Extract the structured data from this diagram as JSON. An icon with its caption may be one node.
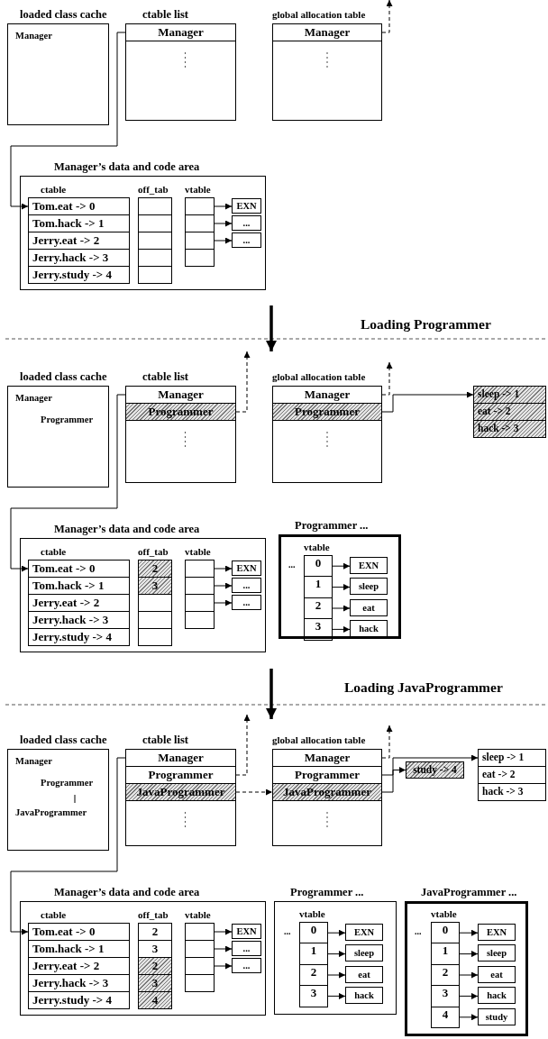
{
  "diagram": {
    "nodes": [
      {
        "text": [
          "loaded class cache",
          "Manager"
        ]
      },
      {
        "text": [
          "ctable list"
        ]
      },
      {
        "text": [
          "Manager"
        ],
        "in": 1
      },
      {
        "text": [
          "global allocation table"
        ]
      },
      {
        "text": [
          "Manager"
        ],
        "in": 3
      },
      {
        "text": [
          "Manager’s data and code area"
        ]
      },
      {
        "text": [
          "ctable"
        ],
        "in": 5
      },
      {
        "text": [
          "Tom.eat -> 0"
        ],
        "in": 6
      },
      {
        "text": [
          "Tom.hack -> 1"
        ],
        "in": 6
      },
      {
        "text": [
          "Jerry.eat -> 2"
        ],
        "in": 6
      },
      {
        "text": [
          "Jerry.hack -> 3"
        ],
        "in": 6
      },
      {
        "text": [
          "Jerry.study -> 4"
        ],
        "in": 6
      },
      {
        "text": [
          "off_tab"
        ],
        "in": 5
      },
      {
        "text": [],
        "shape": "box",
        "in": 12
      },
      {
        "text": [],
        "shape": "box",
        "in": 12
      },
      {
        "text": [],
        "shape": "box",
        "in": 12
      },
      {
        "text": [],
        "shape": "box",
        "in": 12
      },
      {
        "text": [],
        "shape": "box",
        "in": 12
      },
      {
        "text": [
          "vtable"
        ],
        "in": 5
      },
      {
        "text": [],
        "shape": "box",
        "in": 18
      },
      {
        "text": [],
        "shape": "box",
        "in": 18
      },
      {
        "text": [],
        "shape": "box",
        "in": 18
      },
      {
        "text": [],
        "shape": "box",
        "in": 18
      },
      {
        "text": [
          "EXN"
        ],
        "in": 5
      },
      {
        "text": [
          "..."
        ],
        "in": 5
      },
      {
        "text": [
          "..."
        ],
        "in": 5
      },
      {
        "text": [
          "loaded class cache",
          "Manager",
          "Programmer"
        ]
      },
      {
        "text": [
          "ctable list"
        ]
      },
      {
        "text": [
          "Manager"
        ],
        "in": 27
      },
      {
        "text": [
          "Programmer"
        ],
        "in": 27
      },
      {
        "text": [
          "global allocation table"
        ]
      },
      {
        "text": [
          "Manager"
        ],
        "in": 30
      },
      {
        "text": [
          "Programmer"
        ],
        "in": 30
      },
      {
        "text": [
          "Manager’s data and code area"
        ]
      },
      {
        "text": [
          "ctable"
        ],
        "in": 33
      },
      {
        "text": [
          "Tom.eat -> 0"
        ],
        "in": 34
      },
      {
        "text": [
          "Tom.hack -> 1"
        ],
        "in": 34
      },
      {
        "text": [
          "Jerry.eat -> 2"
        ],
        "in": 34
      },
      {
        "text": [
          "Jerry.hack -> 3"
        ],
        "in": 34
      },
      {
        "text": [
          "Jerry.study -> 4"
        ],
        "in": 34
      },
      {
        "text": [
          "off_tab"
        ],
        "in": 33
      },
      {
        "text": [
          "2"
        ],
        "in": 40
      },
      {
        "text": [
          "3"
        ],
        "in": 40
      },
      {
        "text": [],
        "shape": "box",
        "in": 40
      },
      {
        "text": [],
        "shape": "box",
        "in": 40
      },
      {
        "text": [],
        "shape": "box",
        "in": 40
      },
      {
        "text": [
          "vtable"
        ],
        "in": 33
      },
      {
        "text": [],
        "shape": "box",
        "in": 46
      },
      {
        "text": [],
        "shape": "box",
        "in": 46
      },
      {
        "text": [],
        "shape": "box",
        "in": 46
      },
      {
        "text": [],
        "shape": "box",
        "in": 46
      },
      {
        "text": [
          "EXN"
        ],
        "in": 33
      },
      {
        "text": [
          "..."
        ],
        "in": 33
      },
      {
        "text": [
          "..."
        ],
        "in": 33
      },
      {
        "text": [
          "sleep -> 1"
        ]
      },
      {
        "text": [
          "eat -> 2"
        ]
      },
      {
        "text": [
          "hack -> 3"
        ]
      },
      {
        "text": [
          "Programmer ...",
          "..."
        ]
      },
      {
        "text": [
          "vtable"
        ],
        "in": 57
      },
      {
        "text": [
          "0"
        ],
        "in": 58
      },
      {
        "text": [
          "1"
        ],
        "in": 58
      },
      {
        "text": [
          "2"
        ],
        "in": 58
      },
      {
        "text": [
          "3"
        ],
        "in": 58
      },
      {
        "text": [
          "EXN"
        ],
        "in": 57
      },
      {
        "text": [
          "sleep"
        ],
        "in": 57
      },
      {
        "text": [
          "eat"
        ],
        "in": 57
      },
      {
        "text": [
          "hack"
        ],
        "in": 57
      },
      {
        "text": [
          "loaded class cache",
          "Manager",
          "Programmer",
          "JavaProgrammer"
        ]
      },
      {
        "text": [
          "ctable list"
        ]
      },
      {
        "text": [
          "Manager"
        ],
        "in": 68
      },
      {
        "text": [
          "Programmer"
        ],
        "in": 68
      },
      {
        "text": [
          "JavaProgrammer"
        ],
        "in": 68
      },
      {
        "text": [
          "global allocation table"
        ]
      },
      {
        "text": [
          "Manager"
        ],
        "in": 72
      },
      {
        "text": [
          "Programmer"
        ],
        "in": 72
      },
      {
        "text": [
          "JavaProgrammer"
        ],
        "in": 72
      },
      {
        "text": [
          "Manager’s data and code area"
        ]
      },
      {
        "text": [
          "ctable"
        ],
        "in": 76
      },
      {
        "text": [
          "Tom.eat -> 0"
        ],
        "in": 77
      },
      {
        "text": [
          "Tom.hack -> 1"
        ],
        "in": 77
      },
      {
        "text": [
          "Jerry.eat -> 2"
        ],
        "in": 77
      },
      {
        "text": [
          "Jerry.hack -> 3"
        ],
        "in": 77
      },
      {
        "text": [
          "Jerry.study -> 4"
        ],
        "in": 77
      },
      {
        "text": [
          "off_tab"
        ],
        "in": 76
      },
      {
        "text": [
          "2"
        ],
        "in": 83
      },
      {
        "text": [
          "3"
        ],
        "in": 83
      },
      {
        "text": [
          "2"
        ],
        "in": 83
      },
      {
        "text": [
          "3"
        ],
        "in": 83
      },
      {
        "text": [
          "4"
        ],
        "in": 83
      },
      {
        "text": [
          "vtable"
        ],
        "in": 76
      },
      {
        "text": [],
        "shape": "box",
        "in": 89
      },
      {
        "text": [],
        "shape": "box",
        "in": 89
      },
      {
        "text": [],
        "shape": "box",
        "in": 89
      },
      {
        "text": [],
        "shape": "box",
        "in": 89
      },
      {
        "text": [
          "EXN"
        ],
        "in": 76
      },
      {
        "text": [
          "..."
        ],
        "in": 76
      },
      {
        "text": [
          "..."
        ],
        "in": 76
      },
      {
        "text": [
          "study -> 4"
        ]
      },
      {
        "text": [
          "sleep -> 1"
        ]
      },
      {
        "text": [
          "eat -> 2"
        ]
      },
      {
        "text": [
          "hack -> 3"
        ]
      },
      {
        "text": [
          "Programmer ...",
          "..."
        ]
      },
      {
        "text": [
          "vtable"
        ],
        "in": 101
      },
      {
        "text": [
          "0"
        ],
        "in": 102
      },
      {
        "text": [
          "1"
        ],
        "in": 102
      },
      {
        "text": [
          "2"
        ],
        "in": 102
      },
      {
        "text": [
          "3"
        ],
        "in": 102
      },
      {
        "text": [
          "EXN"
        ],
        "in": 101
      },
      {
        "text": [
          "sleep"
        ],
        "in": 101
      },
      {
        "text": [
          "eat"
        ],
        "in": 101
      },
      {
        "text": [
          "hack"
        ],
        "in": 101
      },
      {
        "text": [
          "JavaProgrammer ...",
          "..."
        ]
      },
      {
        "text": [
          "vtable"
        ],
        "in": 111
      },
      {
        "text": [
          "0"
        ],
        "in": 112
      },
      {
        "text": [
          "1"
        ],
        "in": 112
      },
      {
        "text": [
          "2"
        ],
        "in": 112
      },
      {
        "text": [
          "3"
        ],
        "in": 112
      },
      {
        "text": [
          "4"
        ],
        "in": 112
      },
      {
        "text": [
          "EXN"
        ],
        "in": 111
      },
      {
        "text": [
          "sleep"
        ],
        "in": 111
      },
      {
        "text": [
          "eat"
        ],
        "in": 111
      },
      {
        "text": [
          "hack"
        ],
        "in": 111
      },
      {
        "text": [
          "study"
        ],
        "in": 111
      }
    ],
    "edges": [
      {
        "from": 2,
        "to": 7,
        "arrow": "to"
      },
      {
        "from": 4,
        "to": null,
        "arrow": "to",
        "style": "dashed"
      },
      {
        "from": 19,
        "to": 23,
        "arrow": "to"
      },
      {
        "from": 20,
        "to": 24,
        "arrow": "to"
      },
      {
        "from": 21,
        "to": 25,
        "arrow": "to"
      },
      {
        "from": 28,
        "to": 35,
        "arrow": "to"
      },
      {
        "from": 29,
        "to": null,
        "arrow": "to",
        "style": "dashed"
      },
      {
        "from": 31,
        "to": null,
        "arrow": "to",
        "style": "dashed"
      },
      {
        "from": 32,
        "to": 54,
        "arrow": "to"
      },
      {
        "from": 47,
        "to": 51,
        "arrow": "to"
      },
      {
        "from": 48,
        "to": 52,
        "arrow": "to"
      },
      {
        "from": 49,
        "to": 53,
        "arrow": "to"
      },
      {
        "from": 59,
        "to": 63,
        "arrow": "to"
      },
      {
        "from": 60,
        "to": 64,
        "arrow": "to"
      },
      {
        "from": 61,
        "to": 65,
        "arrow": "to"
      },
      {
        "from": 62,
        "to": 66,
        "arrow": "to"
      },
      {
        "from": 69,
        "to": 78,
        "arrow": "to"
      },
      {
        "from": 70,
        "to": null,
        "arrow": "to",
        "style": "dashed"
      },
      {
        "from": 71,
        "to": 75,
        "arrow": "to",
        "style": "dashed"
      },
      {
        "from": 73,
        "to": null,
        "arrow": "to",
        "style": "dashed"
      },
      {
        "from": 74,
        "to": 98,
        "arrow": "to"
      },
      {
        "from": 75,
        "to": 97,
        "arrow": "to"
      },
      {
        "from": 90,
        "to": 94,
        "arrow": "to"
      },
      {
        "from": 91,
        "to": 95,
        "arrow": "to"
      },
      {
        "from": 92,
        "to": 96,
        "arrow": "to"
      },
      {
        "from": 103,
        "to": 107,
        "arrow": "to"
      },
      {
        "from": 104,
        "to": 108,
        "arrow": "to"
      },
      {
        "from": 105,
        "to": 109,
        "arrow": "to"
      },
      {
        "from": 106,
        "to": 110,
        "arrow": "to"
      },
      {
        "from": 113,
        "to": 118,
        "arrow": "to"
      },
      {
        "from": 114,
        "to": 119,
        "arrow": "to"
      },
      {
        "from": 115,
        "to": 120,
        "arrow": "to"
      },
      {
        "from": 116,
        "to": 121,
        "arrow": "to"
      },
      {
        "from": 117,
        "to": 122,
        "arrow": "to"
      }
    ],
    "labels": [
      "Loading Programmer",
      "Loading JavaProgrammer"
    ]
  }
}
